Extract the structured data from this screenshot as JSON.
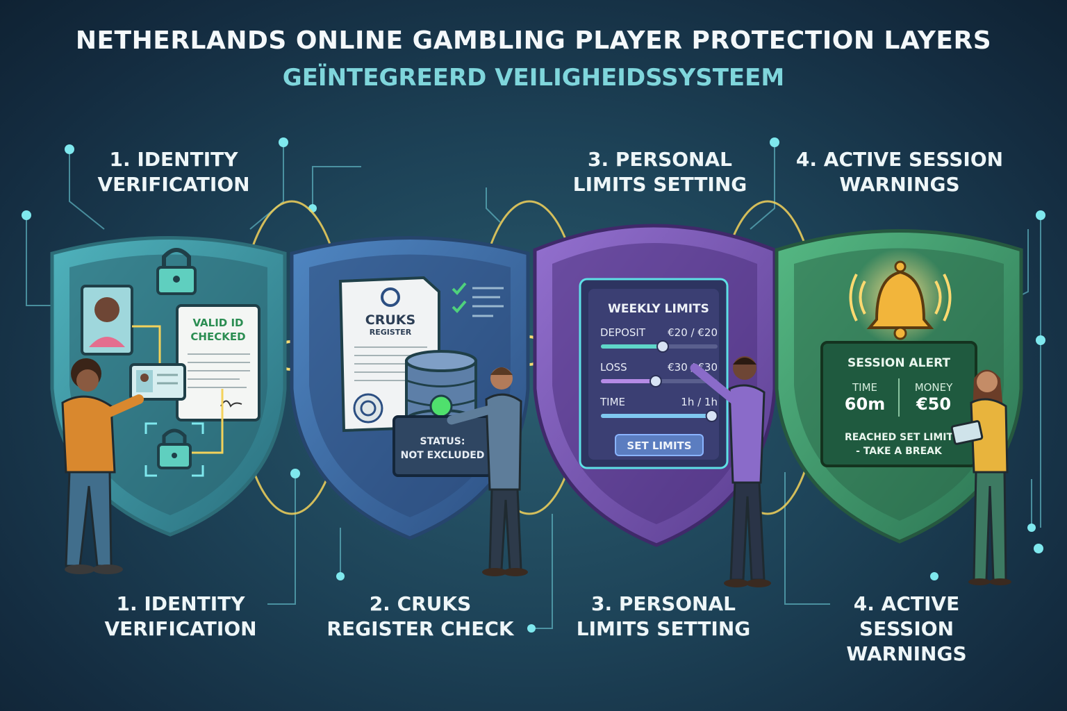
{
  "header": {
    "title": "NETHERLANDS ONLINE GAMBLING PLAYER PROTECTION LAYERS",
    "subtitle": "GEÏNTEGREERD VEILIGHEIDSSYSTEEM"
  },
  "top_labels": [
    [
      "1. IDENTITY",
      "VERIFICATION"
    ],
    [
      "3. PERSONAL",
      "LIMITS SETTING"
    ],
    [
      "4. ACTIVE SESSION",
      "WARNINGS"
    ]
  ],
  "bottom_labels": [
    [
      "1. IDENTITY",
      "VERIFICATION"
    ],
    [
      "2. CRUKS",
      "REGISTER CHECK"
    ],
    [
      "3. PERSONAL",
      "LIMITS SETTING"
    ],
    [
      "4. ACTIVE",
      "SESSION",
      "WARNINGS"
    ]
  ],
  "layer1": {
    "doc_title_1": "VALID ID",
    "doc_title_2": "CHECKED"
  },
  "layer2": {
    "doc_title": "CRUKS",
    "doc_subtitle": "REGISTER",
    "status_line_1": "STATUS:",
    "status_line_2": "NOT EXCLUDED"
  },
  "layer3": {
    "panel_title": "WEEKLY LIMITS",
    "rows": [
      {
        "label": "DEPOSIT",
        "value": "€20 / €20",
        "fill": 0.53
      },
      {
        "label": "LOSS",
        "value": "€30 / €30",
        "fill": 0.47
      },
      {
        "label": "TIME",
        "value": "1h / 1h",
        "fill": 0.95
      }
    ],
    "button": "SET LIMITS"
  },
  "layer4": {
    "alert_title": "SESSION ALERT",
    "time_label": "TIME",
    "time_value": "60m",
    "money_label": "MONEY",
    "money_value": "€50",
    "message_1": "REACHED SET LIMIT",
    "message_2": "- TAKE A BREAK"
  },
  "colors": {
    "shield1": "#3e97a4",
    "shield2": "#3f6fa8",
    "shield3": "#7d59b3",
    "shield4": "#3f9a6a",
    "glow": "#f3d25b"
  }
}
